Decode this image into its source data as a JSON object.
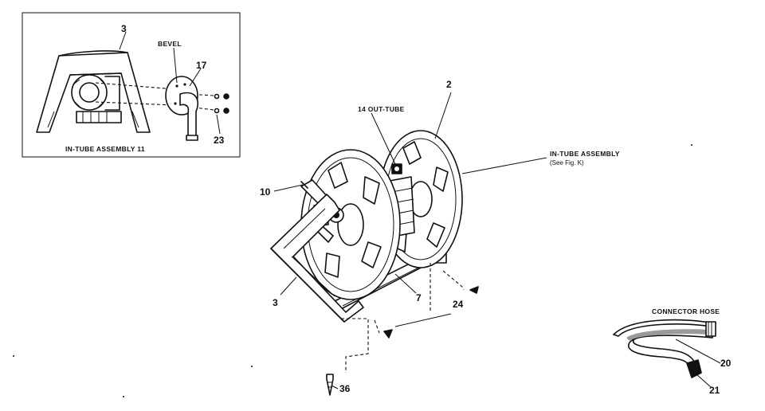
{
  "inset": {
    "part_3": "3",
    "bevel": "BEVEL",
    "part_17": "17",
    "part_23": "23",
    "caption": "IN-TUBE ASSEMBLY 11"
  },
  "main": {
    "part_2": "2",
    "out_tube": "14 OUT-TUBE",
    "in_tube_title": "IN-TUBE ASSEMBLY",
    "in_tube_ref": "(See Fig. K)",
    "part_10": "10",
    "part_3": "3",
    "part_7": "7",
    "part_24": "24",
    "part_36": "36"
  },
  "hose": {
    "title": "CONNECTOR HOSE",
    "part_20": "20",
    "part_21": "21"
  }
}
